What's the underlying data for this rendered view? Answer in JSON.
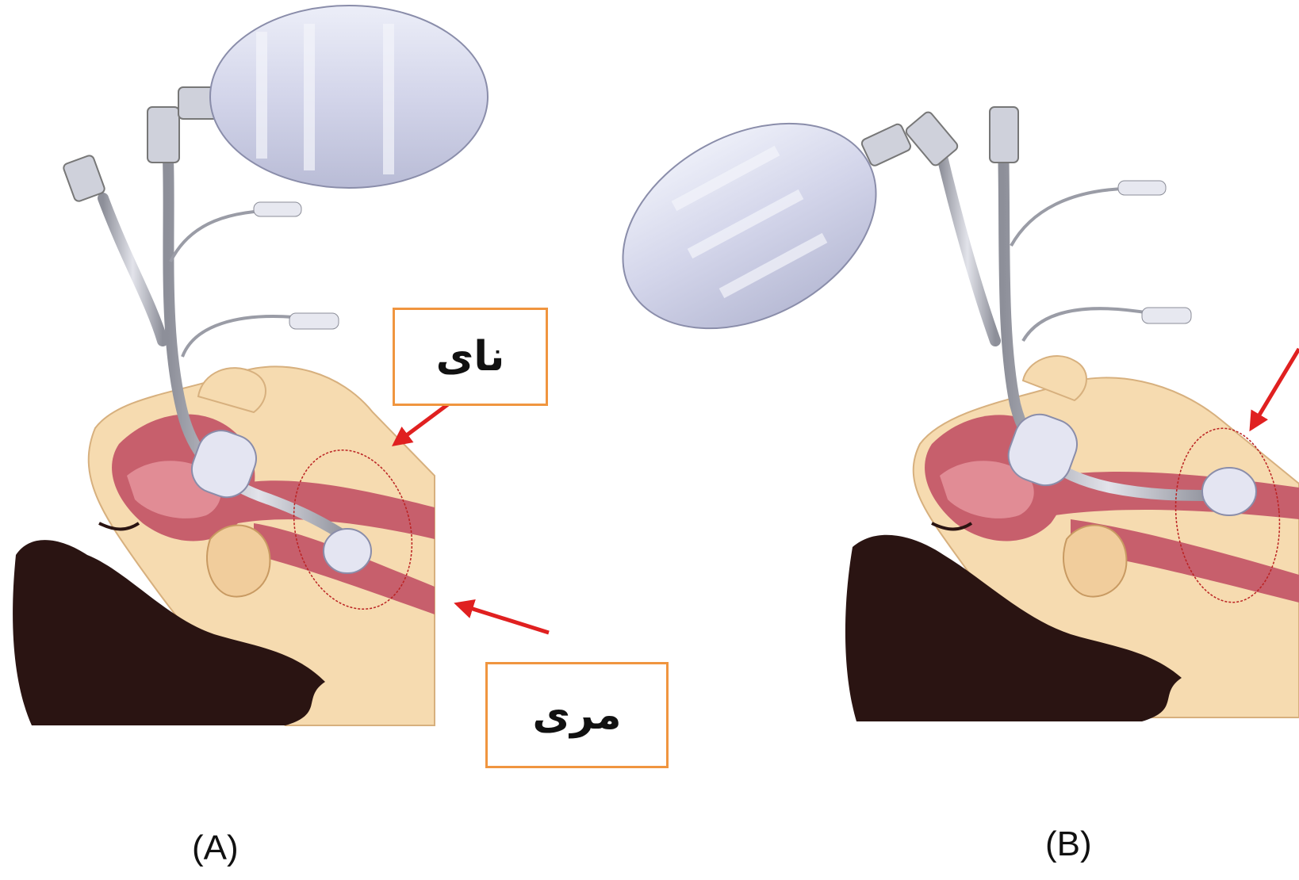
{
  "labels": {
    "trachea": "نای",
    "esophagus": "مری"
  },
  "panels": {
    "a_caption": "(A)",
    "b_caption": "(B)"
  },
  "colors": {
    "skin": "#f6dbb0",
    "skin_shadow": "#e9c08d",
    "airway": "#c75f6c",
    "hair": "#2a1412",
    "bag": "#d5d7ec",
    "arrow": "#e02020",
    "label_border": "#f0953f"
  }
}
